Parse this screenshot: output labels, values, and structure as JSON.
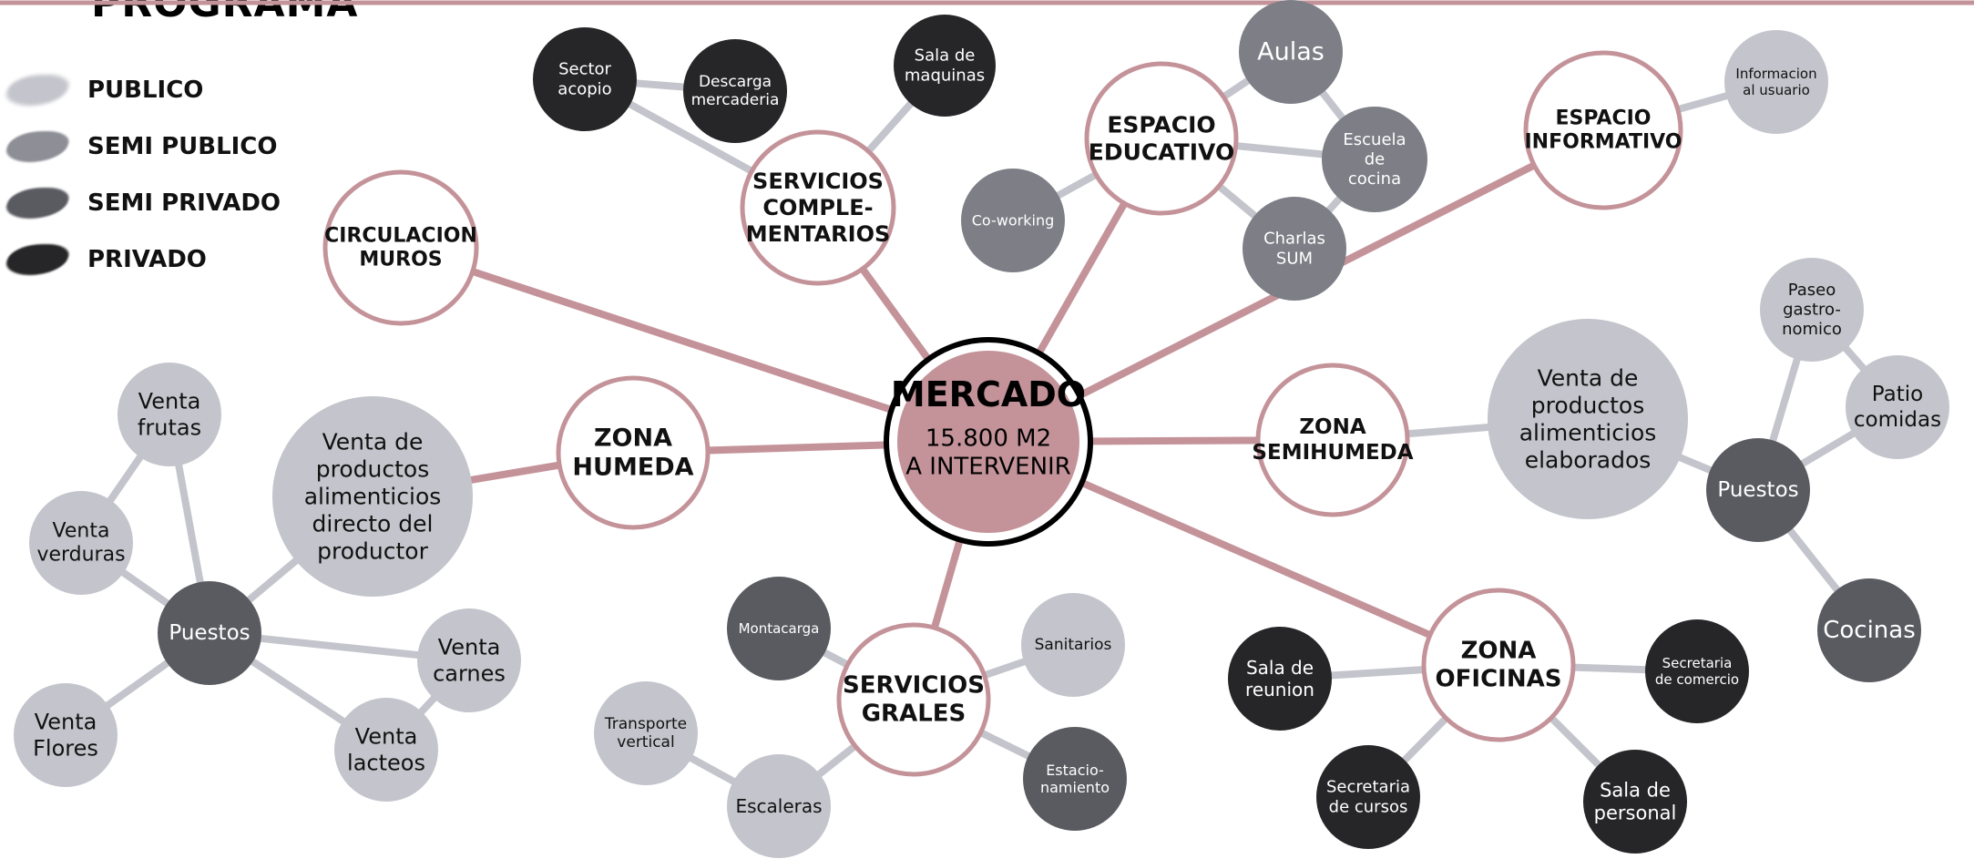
{
  "title": "PROGRAMA",
  "legend": [
    {
      "label": "PUBLICO",
      "color": "#c4c5cc"
    },
    {
      "label": "SEMI PUBLICO",
      "color": "#8d8e96"
    },
    {
      "label": "SEMI PRIVADO",
      "color": "#5a5b61"
    },
    {
      "label": "PRIVADO",
      "color": "#262628"
    }
  ],
  "colors": {
    "accent": "#c4939a",
    "link_gray": "#c4c5cc",
    "publico": "#c4c5cc",
    "semi_publico": "#7d7e86",
    "semi_privado": "#5a5b61",
    "privado": "#262628"
  },
  "center": {
    "title": "MERCADO",
    "subtitle": [
      "15.800 M2",
      "A INTERVENIR"
    ]
  },
  "nodes": [
    {
      "id": "circulacion",
      "label": [
        "CIRCULACION",
        "MUROS"
      ],
      "style": "zone"
    },
    {
      "id": "servicios-complementarios",
      "label": [
        "SERVICIOS",
        "COMPLE-",
        "MENTARIOS"
      ],
      "style": "zone"
    },
    {
      "id": "espacio-educativo",
      "label": [
        "ESPACIO",
        "EDUCATIVO"
      ],
      "style": "zone"
    },
    {
      "id": "espacio-informativo",
      "label": [
        "ESPACIO",
        "INFORMATIVO"
      ],
      "style": "zone"
    },
    {
      "id": "zona-humeda",
      "label": [
        "ZONA",
        "HUMEDA"
      ],
      "style": "zone"
    },
    {
      "id": "zona-semihumeda",
      "label": [
        "ZONA",
        "SEMIHUMEDA"
      ],
      "style": "zone"
    },
    {
      "id": "servicios-grales",
      "label": [
        "SERVICIOS",
        "GRALES"
      ],
      "style": "zone"
    },
    {
      "id": "zona-oficinas",
      "label": [
        "ZONA",
        "OFICINAS"
      ],
      "style": "zone"
    },
    {
      "id": "sector-acopio",
      "label": [
        "Sector",
        "acopio"
      ],
      "style": "privado"
    },
    {
      "id": "descarga-mercaderia",
      "label": [
        "Descarga",
        "mercaderia"
      ],
      "style": "privado"
    },
    {
      "id": "sala-maquinas",
      "label": [
        "Sala de",
        "maquinas"
      ],
      "style": "privado"
    },
    {
      "id": "aulas",
      "label": [
        "Aulas"
      ],
      "style": "semi_publico"
    },
    {
      "id": "escuela-cocina",
      "label": [
        "Escuela",
        "de",
        "cocina"
      ],
      "style": "semi_publico"
    },
    {
      "id": "charlas-sum",
      "label": [
        "Charlas",
        "SUM"
      ],
      "style": "semi_publico"
    },
    {
      "id": "co-working",
      "label": [
        "Co-working"
      ],
      "style": "semi_publico"
    },
    {
      "id": "informacion-usuario",
      "label": [
        "Informacion",
        "al usuario"
      ],
      "style": "publico"
    },
    {
      "id": "venta-directo",
      "label": [
        "Venta de",
        "productos",
        "alimenticios",
        "directo del",
        "productor"
      ],
      "style": "publico"
    },
    {
      "id": "puestos-humeda",
      "label": [
        "Puestos"
      ],
      "style": "semi_privado"
    },
    {
      "id": "venta-frutas",
      "label": [
        "Venta",
        "frutas"
      ],
      "style": "publico"
    },
    {
      "id": "venta-verduras",
      "label": [
        "Venta",
        "verduras"
      ],
      "style": "publico"
    },
    {
      "id": "venta-flores",
      "label": [
        "Venta",
        "Flores"
      ],
      "style": "publico"
    },
    {
      "id": "venta-lacteos",
      "label": [
        "Venta",
        "lacteos"
      ],
      "style": "publico"
    },
    {
      "id": "venta-carnes",
      "label": [
        "Venta",
        "carnes"
      ],
      "style": "publico"
    },
    {
      "id": "venta-elaborados",
      "label": [
        "Venta de",
        "productos",
        "alimenticios",
        "elaborados"
      ],
      "style": "publico"
    },
    {
      "id": "puestos-semihumeda",
      "label": [
        "Puestos"
      ],
      "style": "semi_privado"
    },
    {
      "id": "paseo-gastronomico",
      "label": [
        "Paseo",
        "gastro-",
        "nomico"
      ],
      "style": "publico"
    },
    {
      "id": "patio-comidas",
      "label": [
        "Patio",
        "comidas"
      ],
      "style": "publico"
    },
    {
      "id": "cocinas",
      "label": [
        "Cocinas"
      ],
      "style": "semi_privado"
    },
    {
      "id": "montacarga",
      "label": [
        "Montacarga"
      ],
      "style": "semi_privado"
    },
    {
      "id": "sanitarios",
      "label": [
        "Sanitarios"
      ],
      "style": "publico"
    },
    {
      "id": "transporte-vertical",
      "label": [
        "Transporte",
        "vertical"
      ],
      "style": "publico"
    },
    {
      "id": "escaleras",
      "label": [
        "Escaleras"
      ],
      "style": "publico"
    },
    {
      "id": "estacionamiento",
      "label": [
        "Estacio-",
        "namiento"
      ],
      "style": "semi_privado"
    },
    {
      "id": "sala-reunion",
      "label": [
        "Sala de",
        "reunion"
      ],
      "style": "privado"
    },
    {
      "id": "secretaria-comercio",
      "label": [
        "Secretaria",
        "de comercio"
      ],
      "style": "privado"
    },
    {
      "id": "secretaria-cursos",
      "label": [
        "Secretaria",
        "de cursos"
      ],
      "style": "privado"
    },
    {
      "id": "sala-personal",
      "label": [
        "Sala de",
        "personal"
      ],
      "style": "privado"
    }
  ],
  "edges": [
    [
      "center",
      "circulacion",
      "accent"
    ],
    [
      "center",
      "servicios-complementarios",
      "accent"
    ],
    [
      "center",
      "espacio-educativo",
      "accent"
    ],
    [
      "center",
      "espacio-informativo",
      "accent"
    ],
    [
      "center",
      "zona-humeda",
      "accent"
    ],
    [
      "center",
      "zona-semihumeda",
      "accent"
    ],
    [
      "center",
      "servicios-grales",
      "accent"
    ],
    [
      "center",
      "zona-oficinas",
      "accent"
    ],
    [
      "zona-humeda",
      "venta-directo",
      "accent"
    ],
    [
      "servicios-complementarios",
      "sector-acopio",
      "gray"
    ],
    [
      "sector-acopio",
      "descarga-mercaderia",
      "gray"
    ],
    [
      "servicios-complementarios",
      "sala-maquinas",
      "gray"
    ],
    [
      "espacio-educativo",
      "aulas",
      "gray"
    ],
    [
      "espacio-educativo",
      "escuela-cocina",
      "gray"
    ],
    [
      "espacio-educativo",
      "charlas-sum",
      "gray"
    ],
    [
      "espacio-educativo",
      "co-working",
      "gray"
    ],
    [
      "aulas",
      "escuela-cocina",
      "gray"
    ],
    [
      "escuela-cocina",
      "charlas-sum",
      "gray"
    ],
    [
      "espacio-informativo",
      "informacion-usuario",
      "gray"
    ],
    [
      "venta-directo",
      "puestos-humeda",
      "gray"
    ],
    [
      "puestos-humeda",
      "venta-frutas",
      "gray"
    ],
    [
      "puestos-humeda",
      "venta-verduras",
      "gray"
    ],
    [
      "puestos-humeda",
      "venta-flores",
      "gray"
    ],
    [
      "puestos-humeda",
      "venta-lacteos",
      "gray"
    ],
    [
      "puestos-humeda",
      "venta-carnes",
      "gray"
    ],
    [
      "venta-frutas",
      "venta-verduras",
      "gray"
    ],
    [
      "venta-lacteos",
      "venta-carnes",
      "gray"
    ],
    [
      "zona-semihumeda",
      "venta-elaborados",
      "gray"
    ],
    [
      "venta-elaborados",
      "puestos-semihumeda",
      "gray"
    ],
    [
      "puestos-semihumeda",
      "paseo-gastronomico",
      "gray"
    ],
    [
      "puestos-semihumeda",
      "patio-comidas",
      "gray"
    ],
    [
      "puestos-semihumeda",
      "cocinas",
      "gray"
    ],
    [
      "paseo-gastronomico",
      "patio-comidas",
      "gray"
    ],
    [
      "servicios-grales",
      "montacarga",
      "gray"
    ],
    [
      "servicios-grales",
      "sanitarios",
      "gray"
    ],
    [
      "servicios-grales",
      "escaleras",
      "gray"
    ],
    [
      "servicios-grales",
      "estacionamiento",
      "gray"
    ],
    [
      "escaleras",
      "transporte-vertical",
      "gray"
    ],
    [
      "zona-oficinas",
      "sala-reunion",
      "gray"
    ],
    [
      "zona-oficinas",
      "secretaria-comercio",
      "gray"
    ],
    [
      "zona-oficinas",
      "secretaria-cursos",
      "gray"
    ],
    [
      "zona-oficinas",
      "sala-personal",
      "gray"
    ]
  ]
}
